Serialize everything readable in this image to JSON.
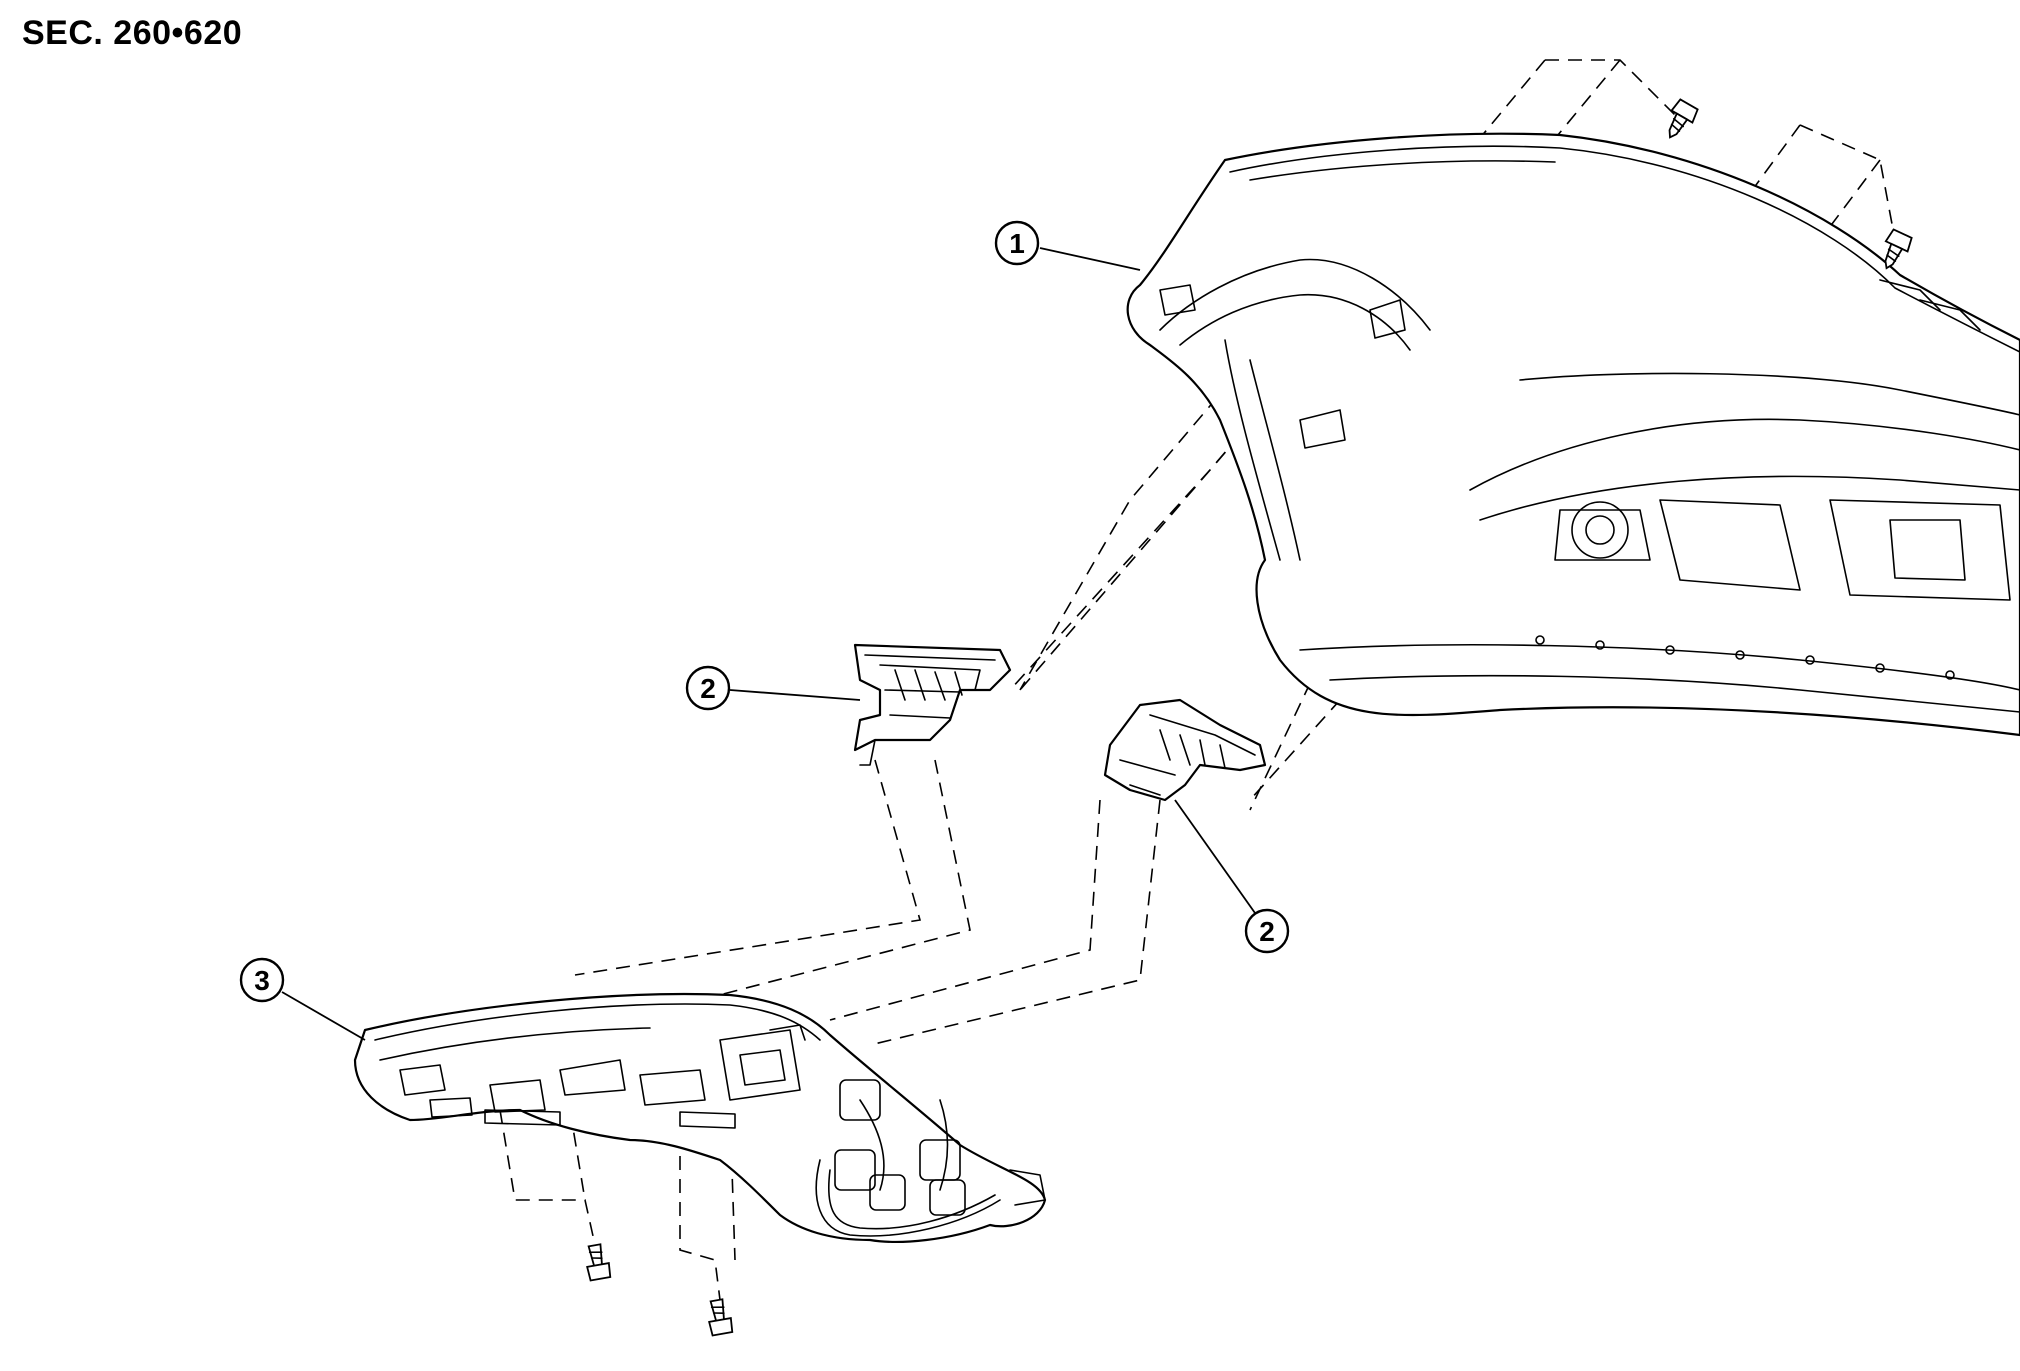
{
  "header": {
    "section_code": "SEC. 260•620"
  },
  "callouts": [
    {
      "id": "c1",
      "label": "1"
    },
    {
      "id": "c2a",
      "label": "2"
    },
    {
      "id": "c2b",
      "label": "2"
    },
    {
      "id": "c3",
      "label": "3"
    }
  ],
  "icons": {
    "screw": "screw-icon",
    "bumper": "front-bumper-icon",
    "bracket": "bracket-icon",
    "headlamp": "headlamp-icon"
  },
  "colors": {
    "line": "#000000",
    "background": "#ffffff"
  }
}
